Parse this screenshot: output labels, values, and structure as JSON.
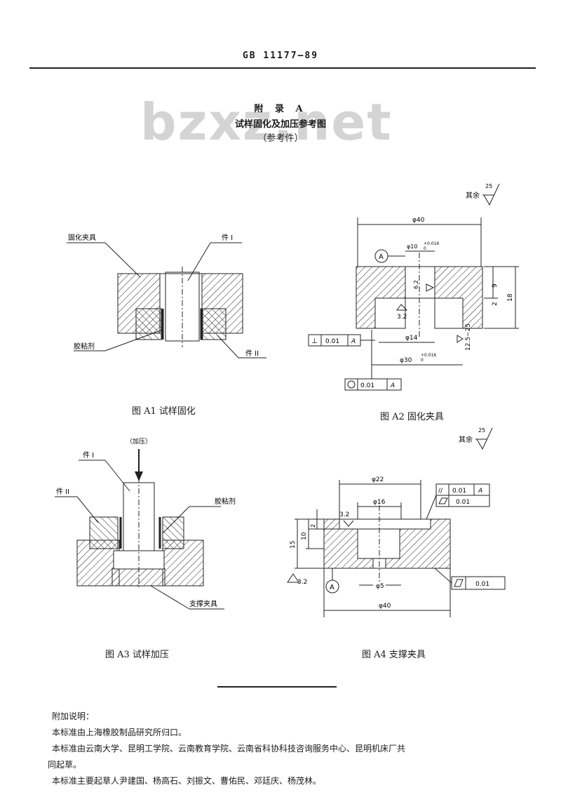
{
  "header": {
    "standard_no": "GB 11177—89"
  },
  "watermark": "bzxz.net",
  "appendix": {
    "label": "附 录 A",
    "title": "试样固化及加压参考图",
    "note": "（参考件）"
  },
  "fig_a1": {
    "caption": "图 A1 试样固化",
    "labels": {
      "fixture": "固化夹具",
      "part1": "件 I",
      "glue": "胶粘剂",
      "part2": "件 II"
    }
  },
  "fig_a2": {
    "caption": "图 A2 固化夹具",
    "labels": {
      "rest": "其余",
      "roughness_rest": "25",
      "d40": "φ40",
      "d10": "φ10",
      "tol_d10": "+0.016",
      "tol0": "0",
      "d14": "φ14",
      "d30": "φ30",
      "datum": "A",
      "rough32": "3.2",
      "perp_tol": "0.01",
      "conc_tol": "0.01",
      "h12": "12.5−25",
      "dim9": "9",
      "dim2": "2",
      "dim18": "18",
      "dim62": "6.2"
    }
  },
  "fig_a3": {
    "caption": "图 A3 试样加压",
    "labels": {
      "force": "（加压）",
      "part1": "件 I",
      "part2": "件 II",
      "glue": "胶粘剂",
      "fixture": "支撑夹具"
    }
  },
  "fig_a4": {
    "caption": "图 A4 支撑夹具",
    "labels": {
      "rest": "其余",
      "roughness_rest": "25",
      "d22": "φ22",
      "d16": "φ16",
      "d5": "φ5",
      "d40": "φ40",
      "rough32": "3.2",
      "rough32b": "3.2",
      "parallel_tol": "0.01",
      "datum": "A",
      "flat_tol": "0.01",
      "flat_tol2": "0.01",
      "dim15": "15",
      "dim10": "10",
      "dim2": "2"
    }
  },
  "notes": {
    "title": "附加说明：",
    "line1": "本标准由上海橡胶制品研究所归口。",
    "line2": "本标准由云南大学、昆明工学院、云南教育学院、云南省科协科技咨询服务中心、昆明机床厂共",
    "line3": "同起草。",
    "line4": "本标准主要起草人尹建国、杨高石、刘振文、曹佑民、邓廷庆、杨茂林。"
  }
}
